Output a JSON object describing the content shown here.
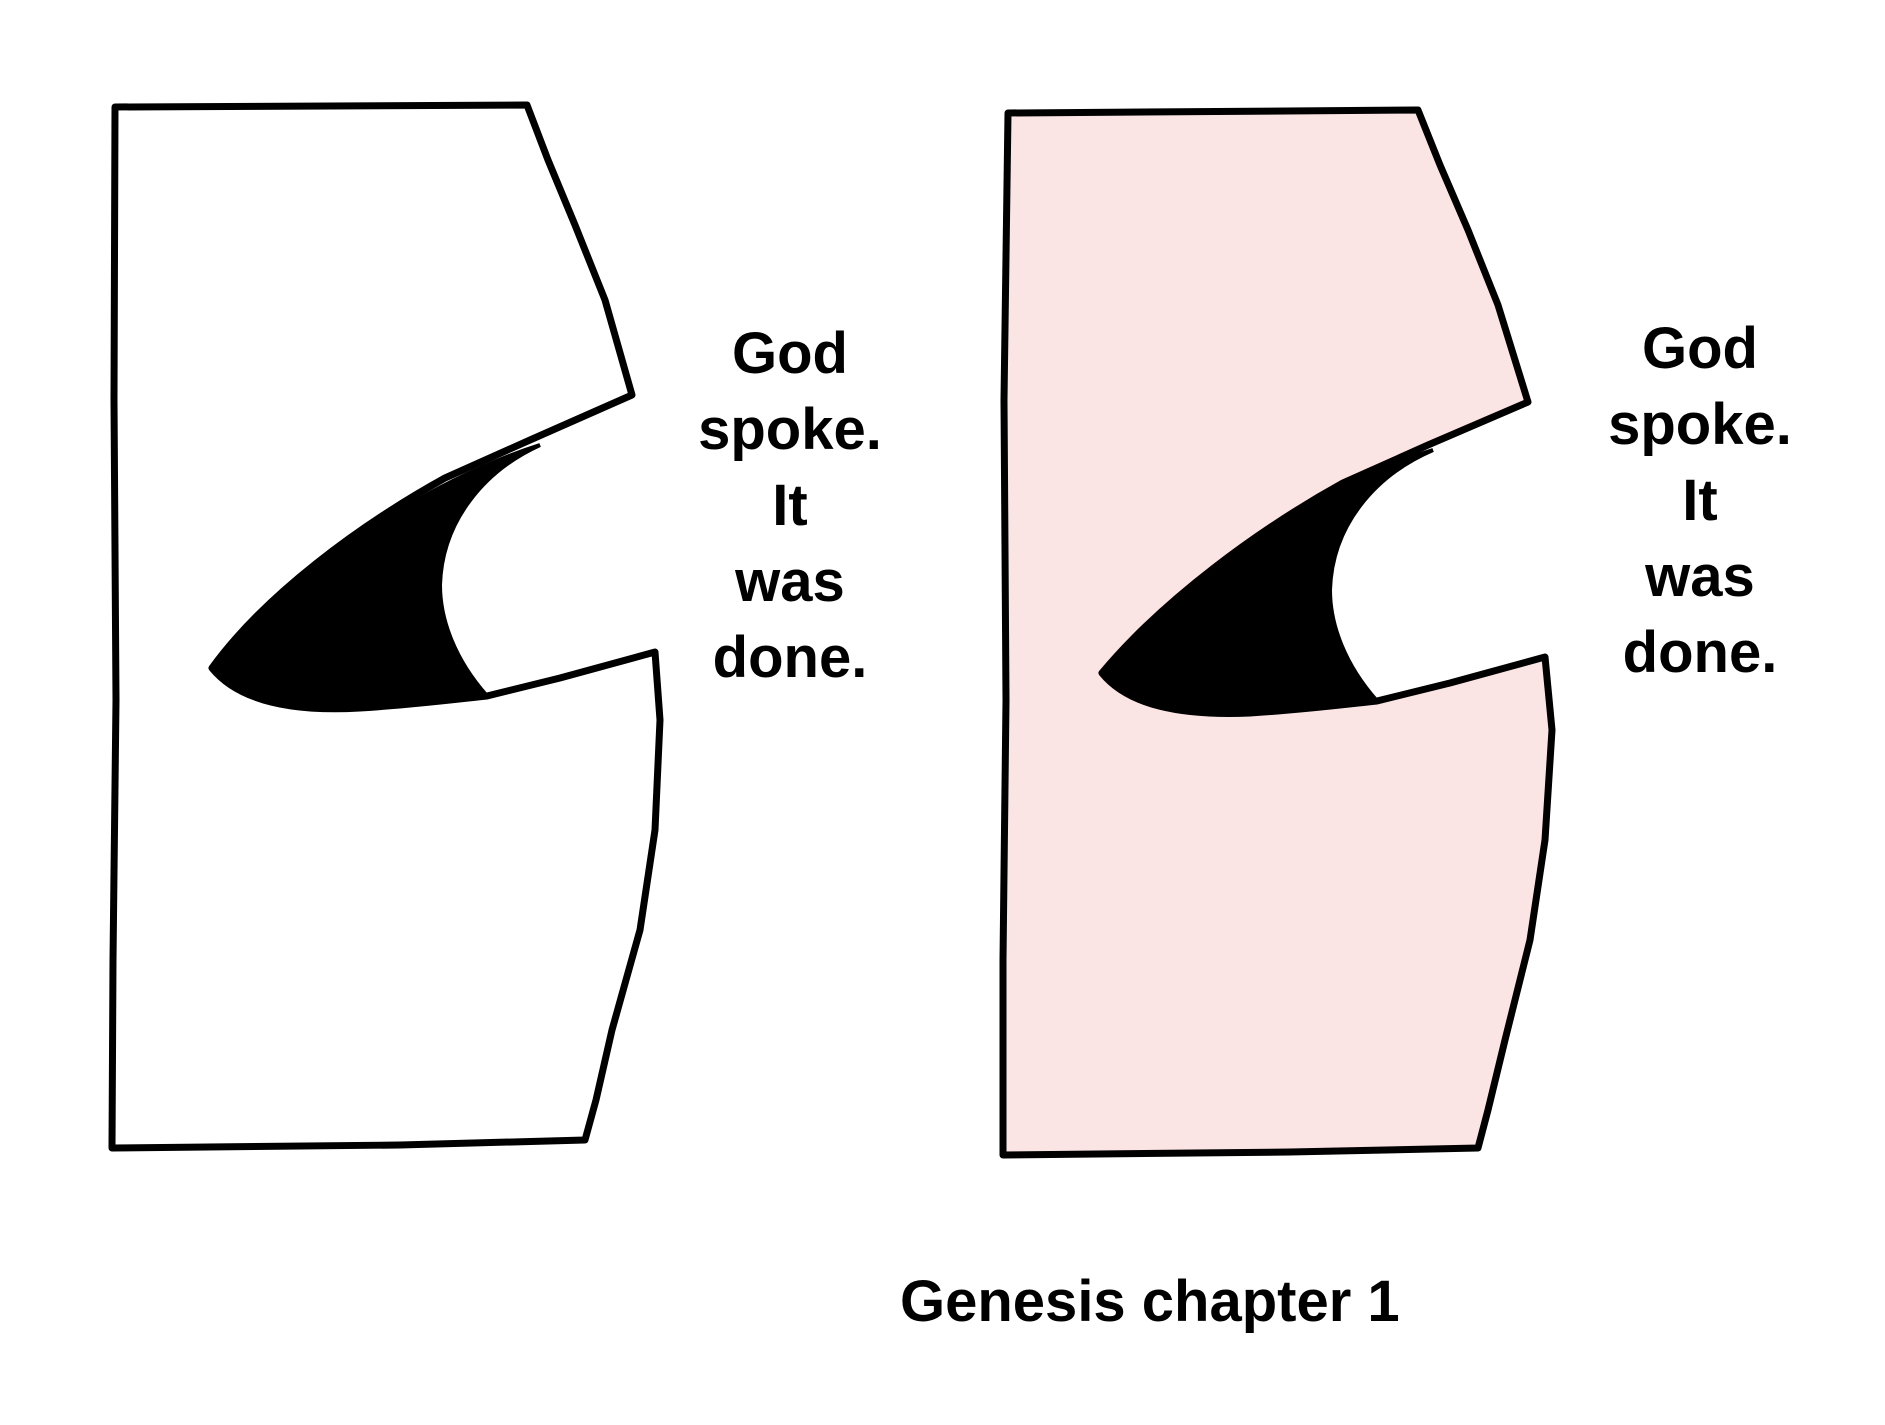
{
  "panels": [
    {
      "fill_color": "#ffffff",
      "caption_lines": [
        "God",
        "spoke.",
        "It",
        "was",
        "done."
      ]
    },
    {
      "fill_color": "#fbe4e4",
      "caption_lines": [
        "God",
        "spoke.",
        "It",
        "was",
        "done."
      ]
    }
  ],
  "footer": {
    "title": "Genesis chapter 1"
  },
  "colors": {
    "outline": "#000000",
    "mouth": "#000000"
  }
}
